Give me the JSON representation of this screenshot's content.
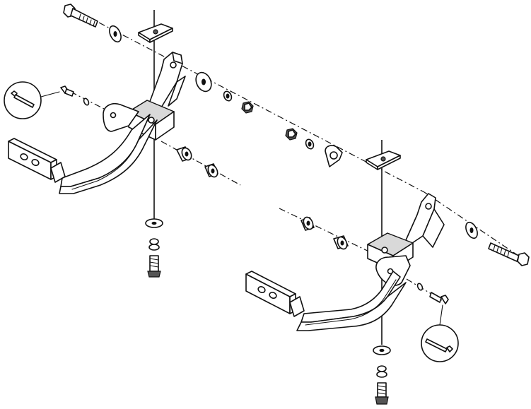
{
  "diagram": {
    "kind": "exploded-assembly",
    "assemblies": [
      {
        "side": "left",
        "parts": [
          "bolt",
          "washer",
          "spacer-plate",
          "step-bracket",
          "flat-washer",
          "lock-washer",
          "hex-nut",
          "bushing",
          "bushing",
          "small-bolt",
          "bottom-washer",
          "bottom-lock-washer",
          "bottom-bolt"
        ],
        "callout": "bolt-detail"
      },
      {
        "side": "right",
        "parts": [
          "hex-nut",
          "lock-washer",
          "tab-washer",
          "spacer-plate",
          "step-bracket",
          "washer",
          "bolt",
          "bushing",
          "bushing",
          "small-bolt",
          "bottom-washer",
          "bottom-lock-washer",
          "bottom-bolt"
        ],
        "callout": "bolt-detail"
      }
    ]
  },
  "icons": {
    "bolt": "hex-bolt-icon",
    "washer": "washer-icon",
    "nut": "hex-nut-icon",
    "bracket": "step-bracket-icon",
    "callout": "magnifier-callout-icon"
  }
}
